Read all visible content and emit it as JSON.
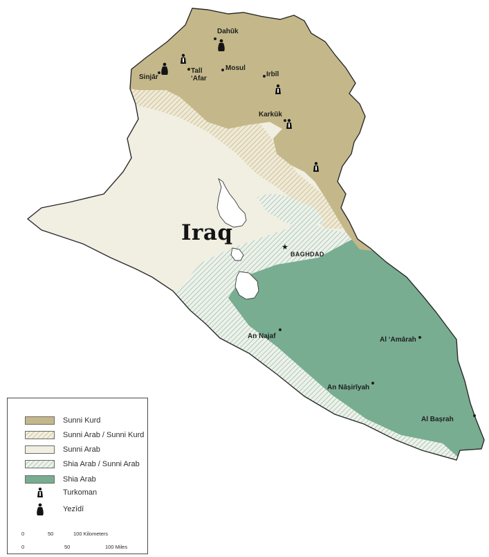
{
  "map": {
    "title": "Iraq",
    "capital": "BAGHDAD",
    "cities": [
      {
        "name": "Dahūk"
      },
      {
        "name": "Sinjār"
      },
      {
        "name": "Tall\n‘Afar"
      },
      {
        "name": "Mosul"
      },
      {
        "name": "Irbīl"
      },
      {
        "name": "Karkūk"
      },
      {
        "name": "An Najaf"
      },
      {
        "name": "Al ‘Amārah"
      },
      {
        "name": "An Nāṣirīyah"
      },
      {
        "name": "Al Baṣrah"
      }
    ]
  },
  "legend": {
    "items": [
      {
        "label": "Sunni Kurd",
        "fill": "#c4b88a",
        "pattern": "solid"
      },
      {
        "label": "Sunni Arab / Sunni Kurd",
        "fill": "#efe9d6",
        "pattern": "hatch-tan"
      },
      {
        "label": "Sunni Arab",
        "fill": "#f1eee2",
        "pattern": "solid"
      },
      {
        "label": "Shia Arab / Sunni Arab",
        "fill": "#e9eee6",
        "pattern": "hatch-green"
      },
      {
        "label": "Shia Arab",
        "fill": "#78ad91",
        "pattern": "solid"
      }
    ],
    "symbols": [
      {
        "label": "Turkoman",
        "icon": "turkoman-figure-icon"
      },
      {
        "label": "Yezīdī",
        "icon": "yezidi-figure-icon"
      }
    ]
  },
  "scale": {
    "km_ticks": [
      "0",
      "50",
      "100 Kilometers"
    ],
    "mi_ticks": [
      "0",
      "50",
      "100 Miles"
    ]
  },
  "colors": {
    "sunni_kurd": "#c4b88a",
    "sunni_arab": "#f1eee2",
    "shia_arab": "#78ad91",
    "water": "#ffffff",
    "border": "#2a2a2a"
  }
}
